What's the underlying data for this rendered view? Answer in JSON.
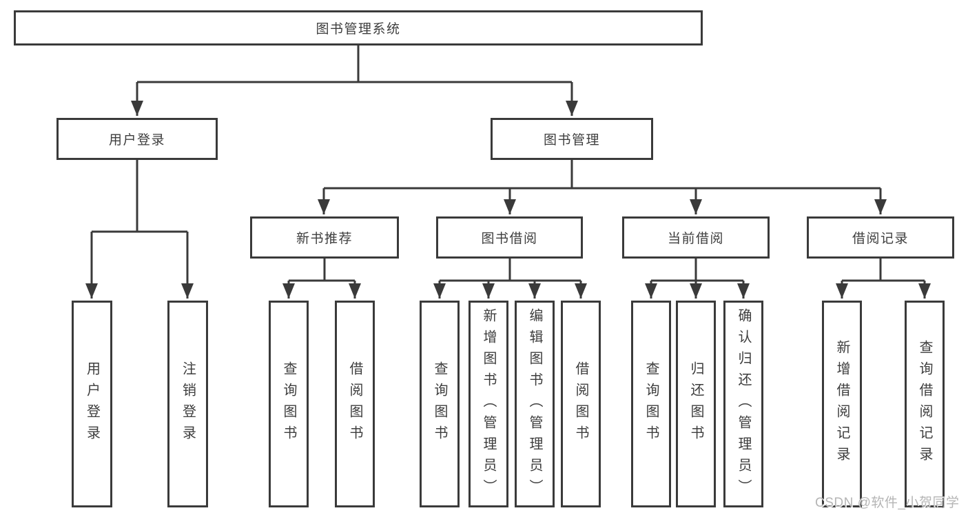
{
  "nodes": {
    "root": "图书管理系统",
    "user_login": "用户登录",
    "book_mgmt": "图书管理",
    "new_books": "新书推荐",
    "borrowing": "图书借阅",
    "current": "当前借阅",
    "records": "借阅记录"
  },
  "leaves": {
    "user_login": [
      "用户登录",
      "注销登录"
    ],
    "new_books": [
      "查询图书",
      "借阅图书"
    ],
    "borrowing": [
      "查询图书",
      "新增图书（管理员）",
      "编辑图书（管理员）",
      "借阅图书"
    ],
    "current": [
      "查询图书",
      "归还图书",
      "确认归还（管理员）"
    ],
    "records": [
      "新增借阅记录",
      "查询借阅记录"
    ]
  },
  "watermark": "CSDN @软件_小贺同学",
  "colors": {
    "line": "#3a3a3a",
    "text": "#3d3d3d",
    "watermark": "#b5b5b5",
    "background": "#ffffff"
  }
}
